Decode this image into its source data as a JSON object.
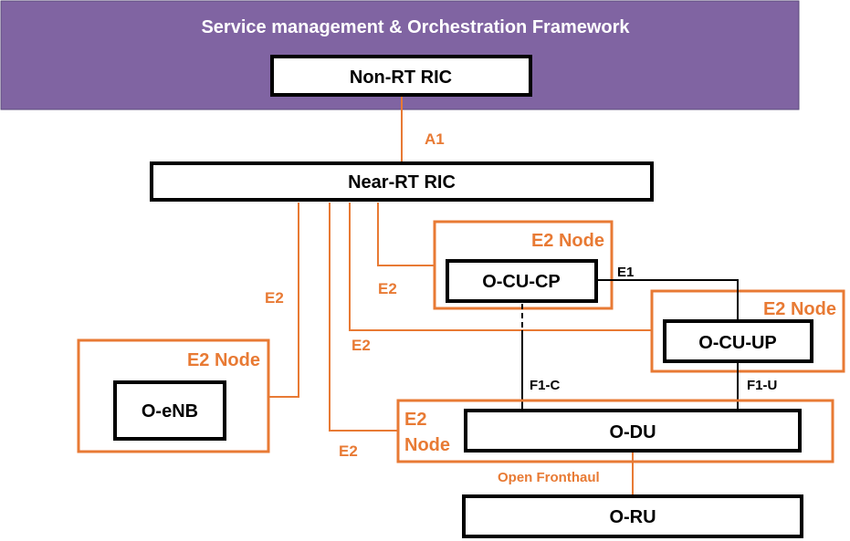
{
  "smo": {
    "title": "Service management & Orchestration Framework"
  },
  "non_rt_ric": {
    "label": "Non-RT RIC"
  },
  "near_rt_ric": {
    "label": "Near-RT RIC"
  },
  "e2_node_cucp": {
    "title": "E2 Node",
    "component": "O-CU-CP"
  },
  "e2_node_cuup": {
    "title": "E2 Node",
    "component": "O-CU-UP"
  },
  "e2_node_enb": {
    "title": "E2 Node",
    "component": "O-eNB"
  },
  "e2_node_du": {
    "title_line1": "E2",
    "title_line2": "Node",
    "component": "O-DU"
  },
  "o_ru": {
    "label": "O-RU"
  },
  "interfaces": {
    "a1": "A1",
    "e2_cucp": "E2",
    "e2_cuup": "E2",
    "e2_enb": "E2",
    "e2_du": "E2",
    "e1": "E1",
    "f1c": "F1-C",
    "f1u": "F1-U",
    "fronthaul": "Open Fronthaul"
  },
  "colors": {
    "smo_fill": "#8064a2",
    "orange": "#e87a34",
    "box_border": "#000000"
  }
}
